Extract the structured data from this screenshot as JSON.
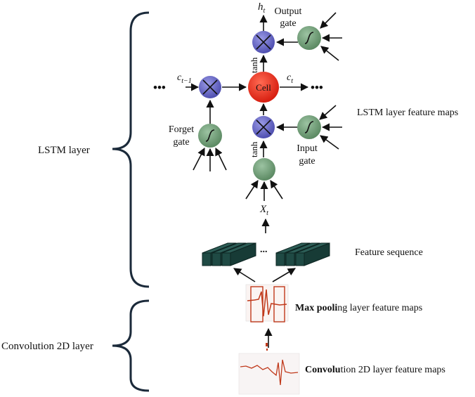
{
  "layers": {
    "lstm": "LSTM layer",
    "conv": "Convolution 2D layer"
  },
  "nodes": {
    "cell": "Cell",
    "tanh_top": "tanh",
    "tanh_bottom": "tanh",
    "dots": "•••",
    "seq_dots": "..."
  },
  "symbols": {
    "h": "h",
    "h_sub": "t",
    "c_prev": "c",
    "c_prev_sub": "t−1",
    "c": "c",
    "c_sub": "t",
    "x": "X",
    "x_sub": "t"
  },
  "gates": {
    "output_line1": "Output",
    "output_line2": "gate",
    "forget_line1": "Forget",
    "forget_line2": "gate",
    "input_line1": "Input",
    "input_line2": "gate"
  },
  "annotations": {
    "lstm_maps": "LSTM layer feature maps",
    "feature_sequence": "Feature sequence",
    "maxpool_bold": "Max pooli",
    "maxpool_rest": "ng layer feature maps",
    "conv_bold": "Convolu",
    "conv_rest": "tion 2D layer feature maps"
  },
  "colors": {
    "multiply_node": "#6b6bc8",
    "sigmoid_node": "#6f9a76",
    "cell_node": "#ee2a1a",
    "feature_block": "#1f4a44",
    "signal": "#c0391b"
  }
}
